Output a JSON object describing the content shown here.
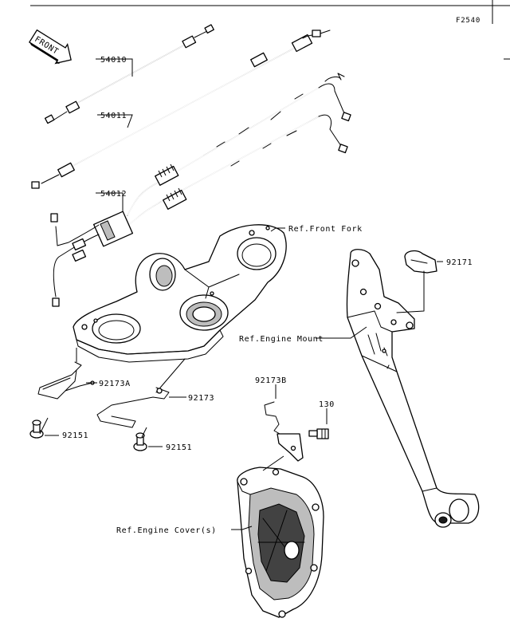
{
  "header": {
    "diagram_code": "F2540",
    "front_label": "FRONT"
  },
  "callouts": {
    "c54010": "54010",
    "c54011": "54011",
    "c54012": "54012",
    "ref_front_fork": "Ref.Front Fork",
    "c92171": "92171",
    "ref_engine_mount": "Ref.Engine Mount",
    "c92173A": "92173A",
    "c92173": "92173",
    "c92151_left": "92151",
    "c92151_center": "92151",
    "c92173B": "92173B",
    "c130": "130",
    "ref_engine_cover": "Ref.Engine Cover(s)"
  }
}
